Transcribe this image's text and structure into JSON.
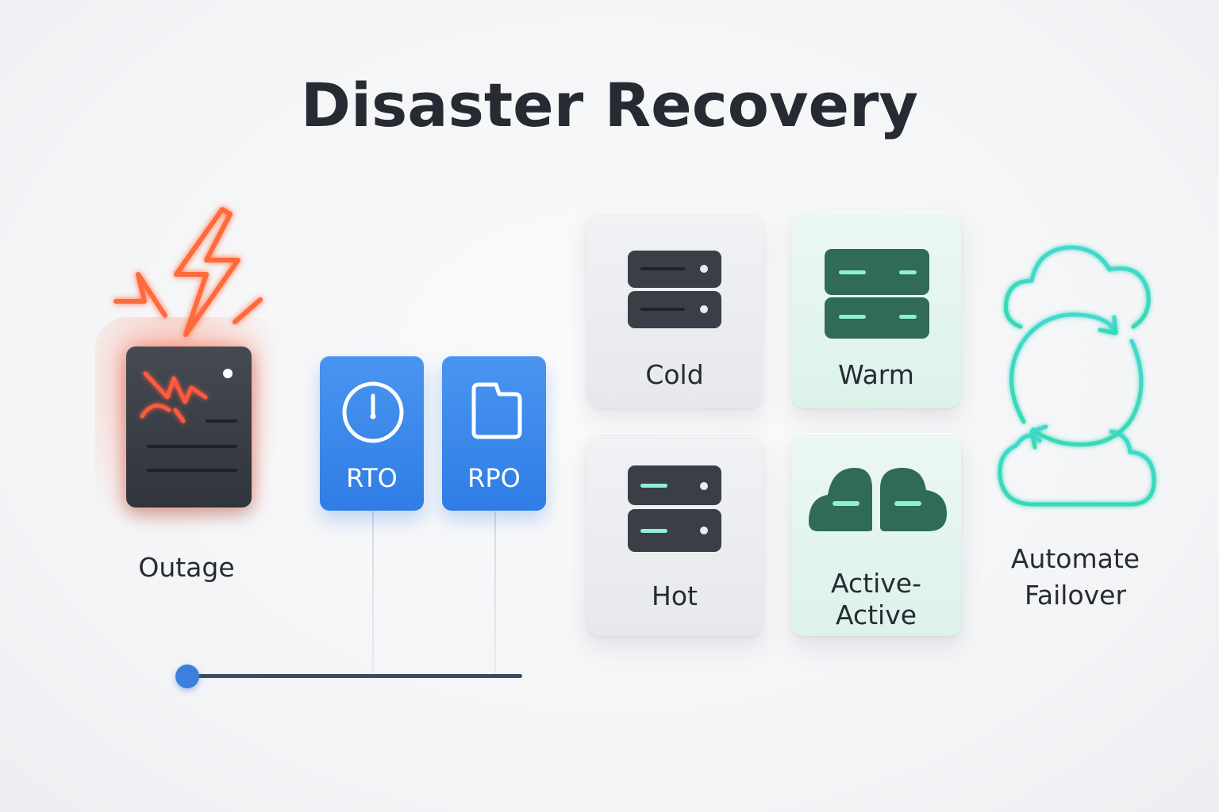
{
  "title": "Disaster Recovery",
  "outage": {
    "label": "Outage",
    "icon": "lightning-bolt-icon"
  },
  "objectives": [
    {
      "label": "RTO",
      "icon": "clock-icon"
    },
    {
      "label": "RPO",
      "icon": "folder-icon"
    }
  ],
  "strategies": [
    {
      "label": "Cold",
      "icon": "server-icon"
    },
    {
      "label": "Warm",
      "icon": "server-icon"
    },
    {
      "label": "Hot",
      "icon": "server-icon"
    },
    {
      "label_line1": "Active-",
      "label_line2": "Active",
      "icon": "cloud-pair-icon"
    }
  ],
  "failover": {
    "label_line1": "Automate",
    "label_line2": "Failover",
    "icon": "cloud-sync-icon"
  },
  "colors": {
    "title": "#262b33",
    "alert": "#ff5a3c",
    "primary_blue": "#3a86ec",
    "dark_server": "#3a3f47",
    "green_server": "#2f6b57",
    "teal_accent": "#35d3c2"
  }
}
